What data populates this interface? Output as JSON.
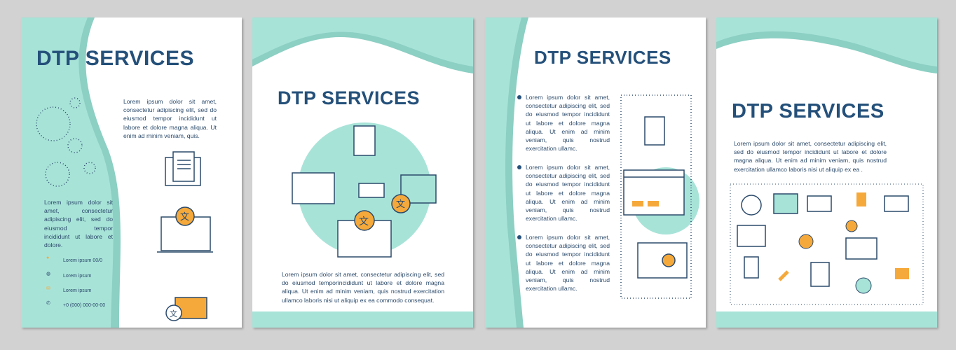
{
  "brochures": [
    {
      "title": "DTP SERVICES",
      "text_top": "Lorem ipsum dolor sit amet, consectetur adipiscing elit, sed do eiusmod tempor incididunt ut labore et dolore magna aliqua. Ut enim ad minim veniam, quis.",
      "text_side": "Lorem ipsum dolor sit amet, consectetur adipiscing elit, sed do eiusmod tempor incididunt ut labore et dolore.",
      "contacts": [
        {
          "icon": "location-pin-icon",
          "text": "Lorem ipsum 00/0"
        },
        {
          "icon": "globe-icon",
          "text": "Lorem ipsum"
        },
        {
          "icon": "envelope-icon",
          "text": "Lorem ipsum"
        },
        {
          "icon": "phone-icon",
          "text": "+0 (000) 000-00-00"
        }
      ]
    },
    {
      "title": "DTP SERVICES",
      "text": "Lorem ipsum dolor sit amet, consectetur adipiscing elit, sed do eiusmod temporincididunt ut labore et dolore magna aliqua. Ut enim ad minim veniam, quis nostrud exercitation ullamco laboris nisi ut aliquip ex ea commodo consequat."
    },
    {
      "title": "DTP SERVICES",
      "bullets": [
        "Lorem ipsum dolor sit amet, consectetur adipiscing elit, sed do eiusmod tempor incididunt ut labore et dolore magna aliqua. Ut enim ad minim veniam, quis nostrud exercitation ullamc.",
        "Lorem ipsum dolor sit amet, consectetur adipiscing elit, sed do eiusmod tempor incididunt ut labore et dolore magna aliqua. Ut enim ad minim veniam, quis nostrud exercitation ullamc.",
        "Lorem ipsum dolor sit amet, consectetur adipiscing elit, sed do eiusmod tempor incididunt ut labore et dolore magna aliqua. Ut enim ad minim veniam, quis nostrud exercitation ullamc."
      ]
    },
    {
      "title": "DTP SERVICES",
      "text": "Lorem ipsum dolor sit amet, consectetur adipiscing elit, sed do eiusmod tempor incididunt ut labore et dolore magna aliqua. Ut enim ad minim veniam, quis nostrud exercitation ullamco laboris nisi ut aliquip ex ea ."
    }
  ],
  "colors": {
    "mint": "#a8e3d8",
    "mint_dark": "#8ccfc3",
    "title": "#24507a",
    "accent": "#f6a93b"
  }
}
